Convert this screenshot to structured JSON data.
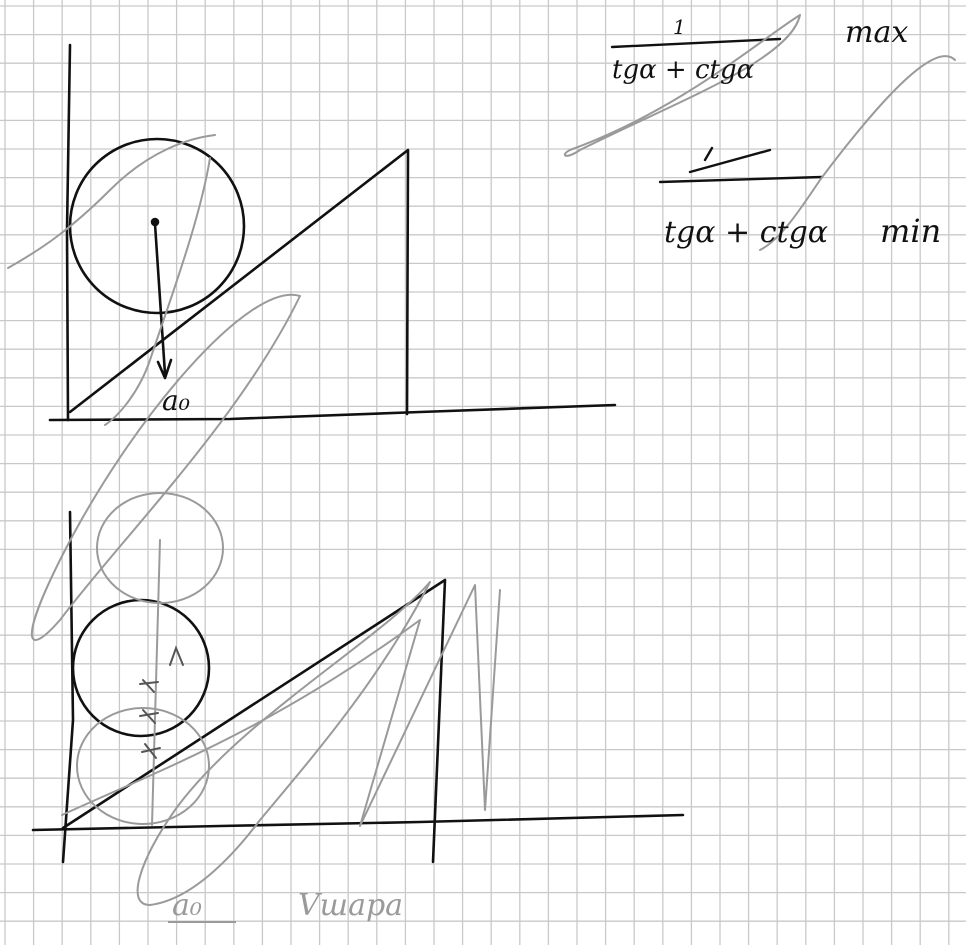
{
  "colors": {
    "paper": "#ffffff",
    "grid": "#c9c9c9",
    "ink_dark": "#111111",
    "ink_light": "#9a9a9a"
  },
  "notes": {
    "frac_top_numerator": "1",
    "frac_top_denominator": "tgα + ctgα",
    "max_label": "max",
    "frac_bottom_denominator": "tgα + ctgα",
    "min_label": "min"
  },
  "labels": {
    "top_accel": "a₀",
    "bottom_accel": "a₀",
    "bottom_word": "Vшара"
  }
}
